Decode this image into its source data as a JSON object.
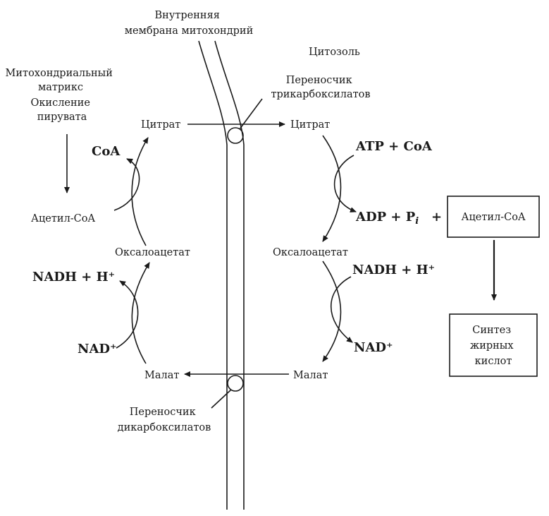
{
  "labels": {
    "membrane": [
      "Внутренняя",
      "мембрана митохондрий"
    ],
    "cytosol": "Цитозоль",
    "matrix": [
      "Митохондриальный",
      "матрикс"
    ],
    "pyruvate_oxidation": [
      "Окисление",
      "пирувата"
    ],
    "tricarboxylate_carrier": [
      "Переносчик",
      "трикарбоксилатов"
    ],
    "dicarboxylate_carrier": [
      "Переносчик",
      "дикарбоксилатов"
    ],
    "citrate_matrix": "Цитрат",
    "citrate_cytosol": "Цитрат",
    "coa_matrix": "CoA",
    "acetyl_coa_matrix": "Ацетил-CoA",
    "oxaloacetate_matrix": "Оксалоацетат",
    "oxaloacetate_cytosol": "Оксалоацетат",
    "nadh_matrix": "NADH + H⁺",
    "nad_matrix": "NAD⁺",
    "malate_matrix": "Малат",
    "malate_cytosol": "Малат",
    "atp_coa": "ATP + CoA",
    "adp_pi": "ADP + P",
    "adp_pi_sub": "i",
    "adp_plus": "+",
    "acetyl_coa_cytosol": "Ацетил-CoA",
    "nadh_cytosol": "NADH + H⁺",
    "nad_cytosol": "NAD⁺",
    "fatty_acid_synthesis": [
      "Синтез",
      "жирных",
      "кислот"
    ]
  },
  "colors": {
    "ink": "#1a1a1a",
    "background": "#ffffff"
  }
}
